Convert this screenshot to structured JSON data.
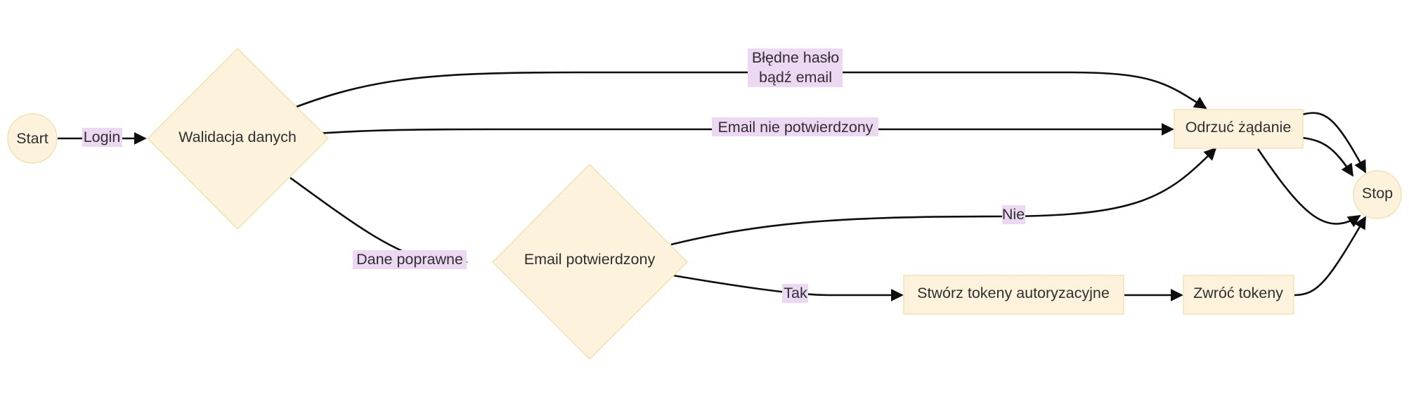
{
  "diagram": {
    "type": "flowchart",
    "colors": {
      "node_fill": "#fdf3dc",
      "node_stroke": "#f0dfa9",
      "edge": "#0d0d0d",
      "edge_label_bg": "#edd8f4",
      "text": "#2f2f2f"
    },
    "nodes": {
      "start": {
        "label": "Start",
        "shape": "circle"
      },
      "walidacja": {
        "label": "Walidacja danych",
        "shape": "diamond"
      },
      "email_potwierdzony": {
        "label": "Email potwierdzony",
        "shape": "diamond"
      },
      "odrzuc": {
        "label": "Odrzuć żądanie",
        "shape": "rectangle"
      },
      "stworz": {
        "label": "Stwórz tokeny autoryzacyjne",
        "shape": "rectangle"
      },
      "zwroc": {
        "label": "Zwróć tokeny",
        "shape": "rectangle"
      },
      "stop": {
        "label": "Stop",
        "shape": "circle"
      }
    },
    "edges": [
      {
        "from": "start",
        "to": "walidacja",
        "label": "Login"
      },
      {
        "from": "walidacja",
        "to": "odrzuc",
        "label_lines": [
          "Błędne hasło",
          "bądź email"
        ]
      },
      {
        "from": "walidacja",
        "to": "odrzuc",
        "label": "Email nie potwierdzony"
      },
      {
        "from": "walidacja",
        "to": "email_potwierdzony",
        "label": "Dane poprawne"
      },
      {
        "from": "email_potwierdzony",
        "to": "odrzuc",
        "label": "Nie"
      },
      {
        "from": "email_potwierdzony",
        "to": "stworz",
        "label": "Tak"
      },
      {
        "from": "stworz",
        "to": "zwroc",
        "label": ""
      },
      {
        "from": "zwroc",
        "to": "stop",
        "label": ""
      },
      {
        "from": "odrzuc",
        "to": "stop",
        "label": ""
      },
      {
        "from": "odrzuc",
        "to": "stop",
        "label": ""
      },
      {
        "from": "odrzuc",
        "to": "stop",
        "label": ""
      }
    ]
  }
}
